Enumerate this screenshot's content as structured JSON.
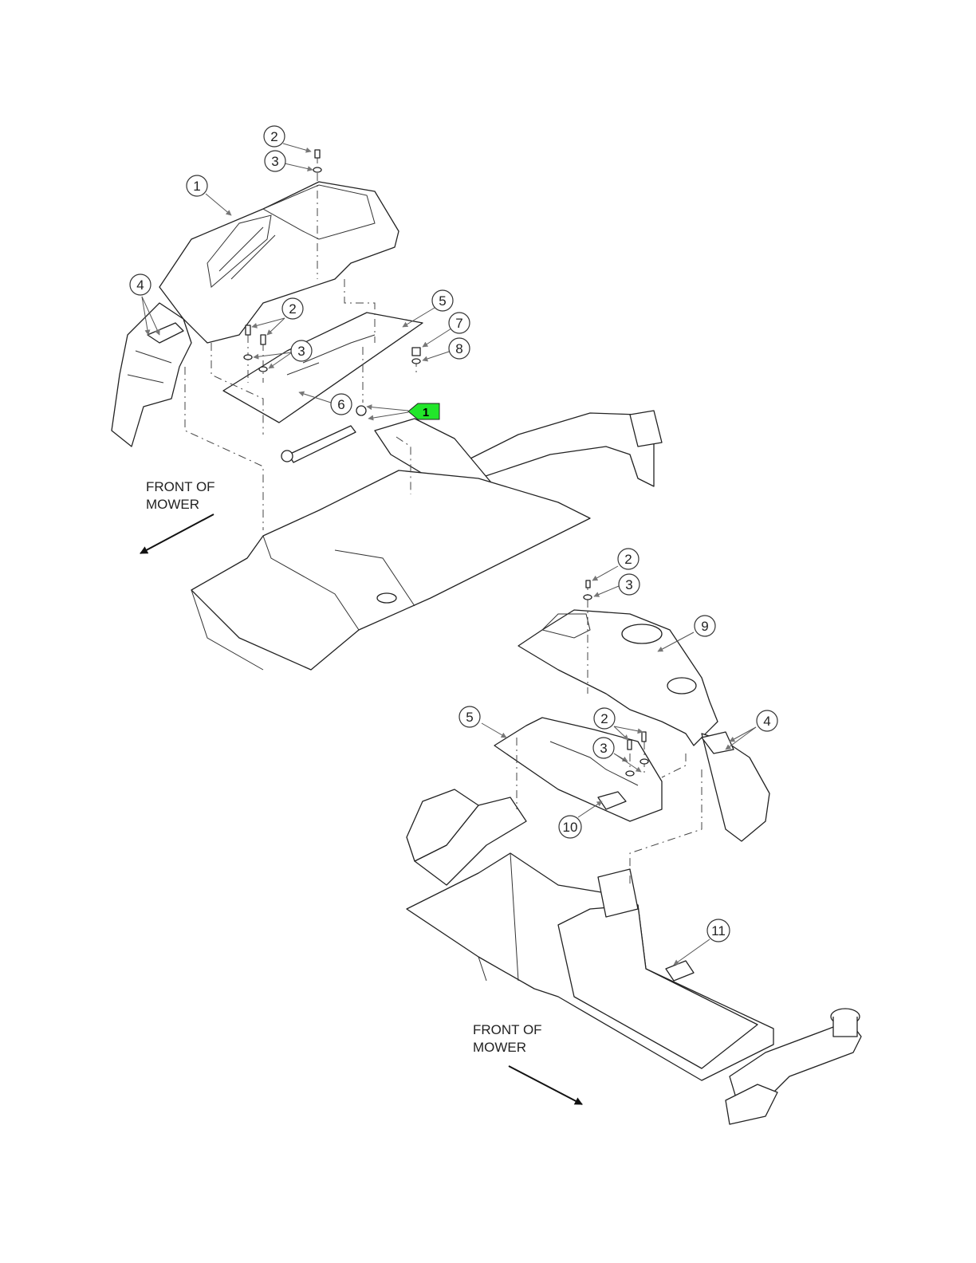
{
  "front_labels": [
    {
      "line1": "FRONT OF",
      "line2": "MOWER"
    },
    {
      "line1": "FRONT OF",
      "line2": "MOWER"
    }
  ],
  "callouts": [
    "1",
    "2",
    "3",
    "4",
    "5",
    "6",
    "7",
    "8",
    "2",
    "3",
    "9",
    "5",
    "2",
    "3",
    "10",
    "4",
    "11"
  ],
  "flag": {
    "label": "1",
    "color": "#22e62a"
  }
}
